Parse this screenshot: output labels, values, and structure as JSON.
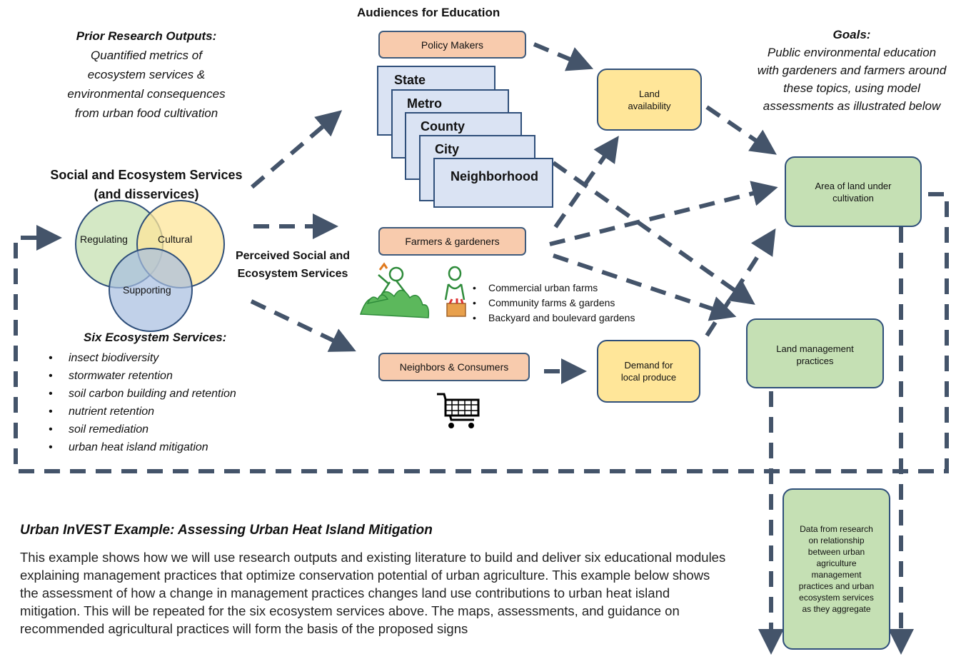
{
  "titles": {
    "audiences": "Audiences for Education",
    "prior_head": "Prior Research Outputs:",
    "prior_body": "Quantified metrics of ecosystem services & environmental consequences from urban food cultivation",
    "social_line1": "Social and Ecosystem Services",
    "social_line2": "(and disservices)",
    "perceived_line1": "Perceived Social and",
    "perceived_line2": "Ecosystem Services",
    "goals_head": "Goals:",
    "goals_body": "Public environmental education with gardeners and farmers around these topics, using model assessments as illustrated below",
    "six_head": "Six Ecosystem Services:"
  },
  "venn": {
    "regulating": "Regulating",
    "cultural": "Cultural",
    "supporting": "Supporting",
    "colors": {
      "regulating": "#c9e2b6",
      "cultural": "#fde59a",
      "supporting": "#b4c8e4"
    }
  },
  "six_services": [
    "insect biodiversity",
    "stormwater retention",
    "soil carbon building and retention",
    "nutrient retention",
    "soil remediation",
    "urban heat island mitigation"
  ],
  "audience_boxes": {
    "policy": "Policy Makers",
    "farmers": "Farmers & gardeners",
    "neighbors": "Neighbors & Consumers"
  },
  "scales": [
    "State",
    "Metro",
    "County",
    "City",
    "Neighborhood"
  ],
  "farm_types": [
    "Commercial urban farms",
    "Community farms & gardens",
    "Backyard and boulevard gardens"
  ],
  "factors": {
    "land_availability": "Land availability",
    "demand": "Demand for local produce"
  },
  "outcomes": {
    "area": "Area of land under cultivation",
    "practices": "Land management practices",
    "data": "Data from research on relationship between urban agriculture management practices and urban ecosystem services as they aggregate"
  },
  "example": {
    "title": "Urban InVEST Example: Assessing Urban Heat Island Mitigation",
    "body": "This example shows how we will use research outputs and existing literature to build and deliver six educational modules explaining management practices that optimize conservation potential of urban agriculture. This example below shows the assessment of how a change in management practices changes land use contributions to urban heat island mitigation. This will be repeated for the six ecosystem services above. The maps, assessments, and guidance on recommended agricultural practices will form the basis of the proposed signs"
  },
  "icons": {
    "gardeners": "gardener-illustration-icon",
    "cart": "shopping-cart-icon"
  },
  "colors": {
    "arrow": "#44546a",
    "peach": "#f8cbad",
    "yellow": "#ffe699",
    "green": "#c5e0b4",
    "scale_fill": "#dae3f3",
    "border": "#2f4f7a"
  }
}
